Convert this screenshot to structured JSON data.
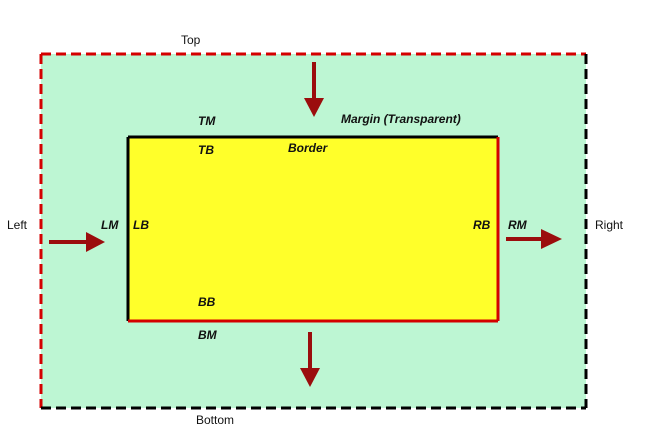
{
  "labels": {
    "top": "Top",
    "bottom": "Bottom",
    "left": "Left",
    "right": "Right",
    "tm": "TM",
    "tb": "TB",
    "bb": "BB",
    "bm": "BM",
    "lm": "LM",
    "lb": "LB",
    "rb": "RB",
    "rm": "RM",
    "border": "Border",
    "margin": "Margin (Transparent)"
  },
  "colors": {
    "margin_fill": "#bdf6d3",
    "content_fill": "#ffff2a",
    "red_line": "#d40000",
    "black_line": "#000000",
    "arrow": "#9b0d0d"
  }
}
